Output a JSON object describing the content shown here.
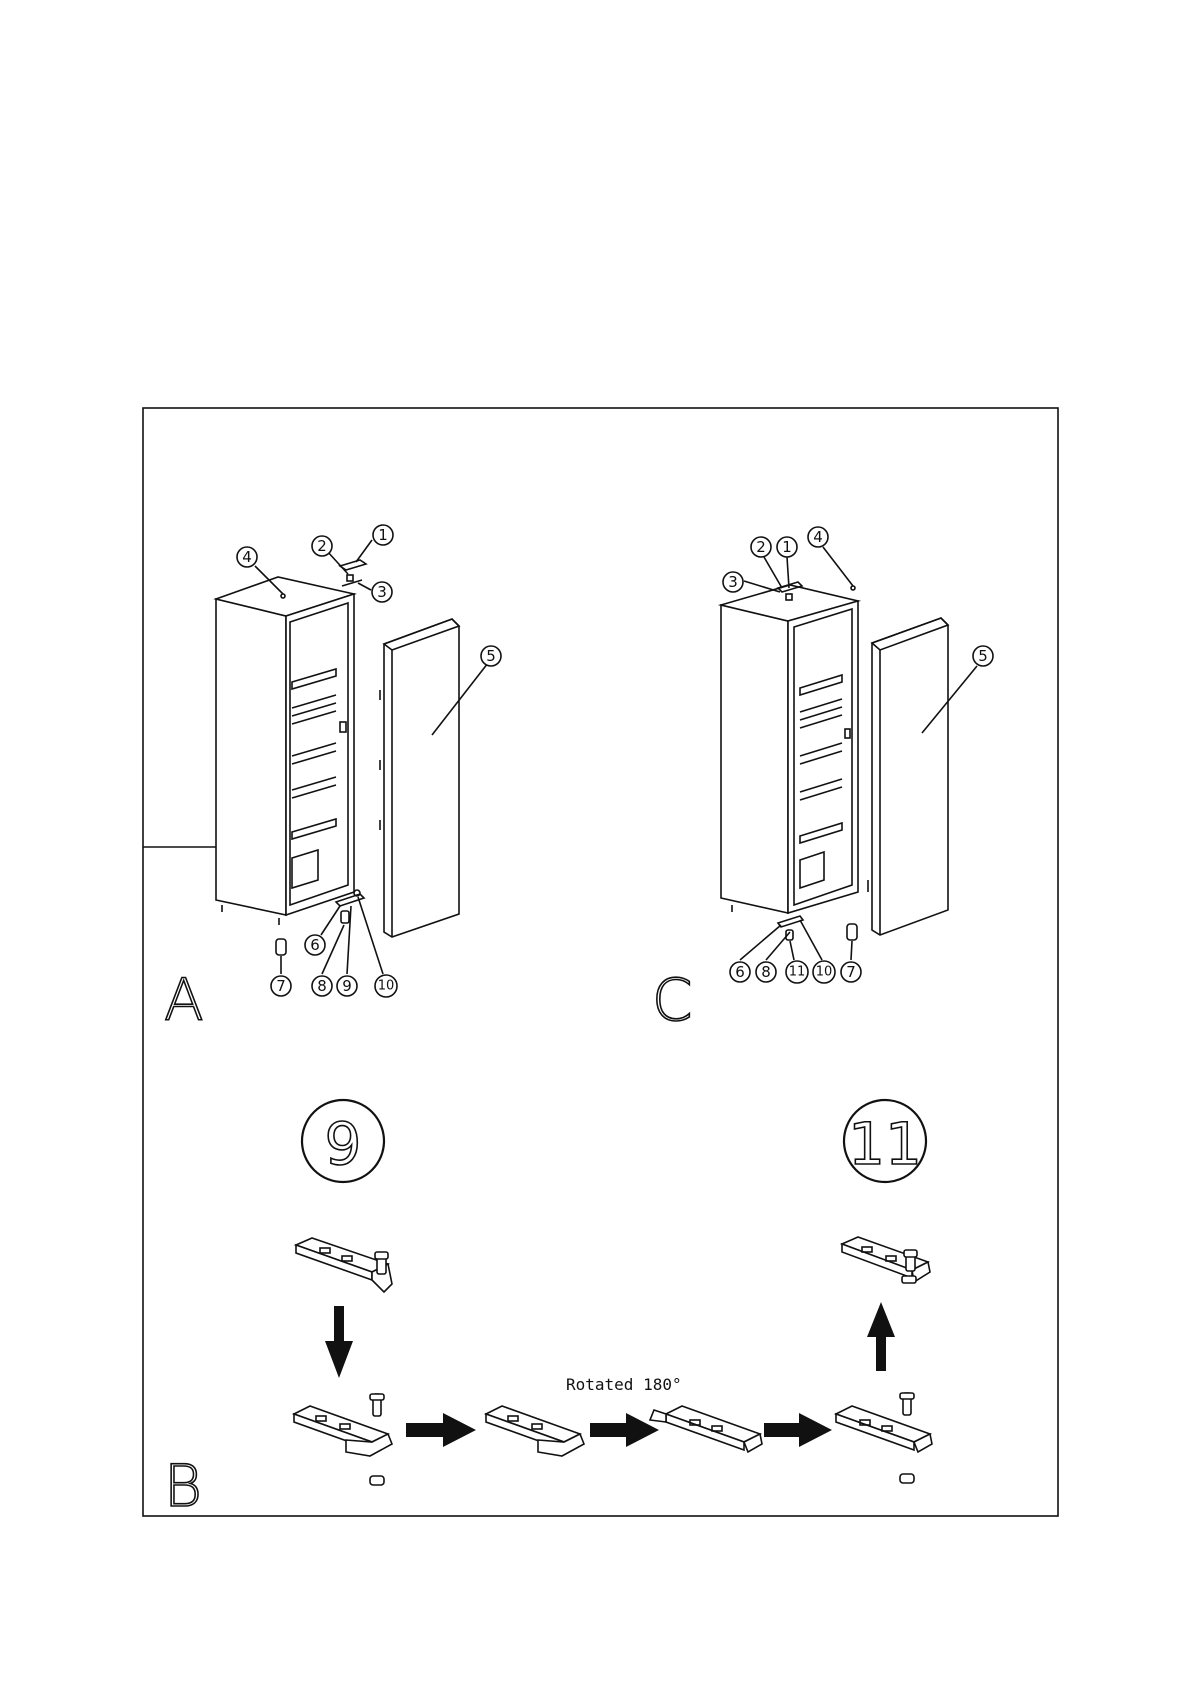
{
  "panels": {
    "a": {
      "letter": "A",
      "callouts": [
        "1",
        "2",
        "3",
        "4",
        "5",
        "6",
        "7",
        "8",
        "9",
        "10"
      ]
    },
    "c": {
      "letter": "C",
      "callouts": [
        "1",
        "2",
        "3",
        "4",
        "5",
        "6",
        "7",
        "8",
        "11",
        "10"
      ]
    },
    "b": {
      "letter": "B",
      "left_ref": "9",
      "right_ref": "11",
      "rotation_caption": "Rotated 180°"
    }
  }
}
